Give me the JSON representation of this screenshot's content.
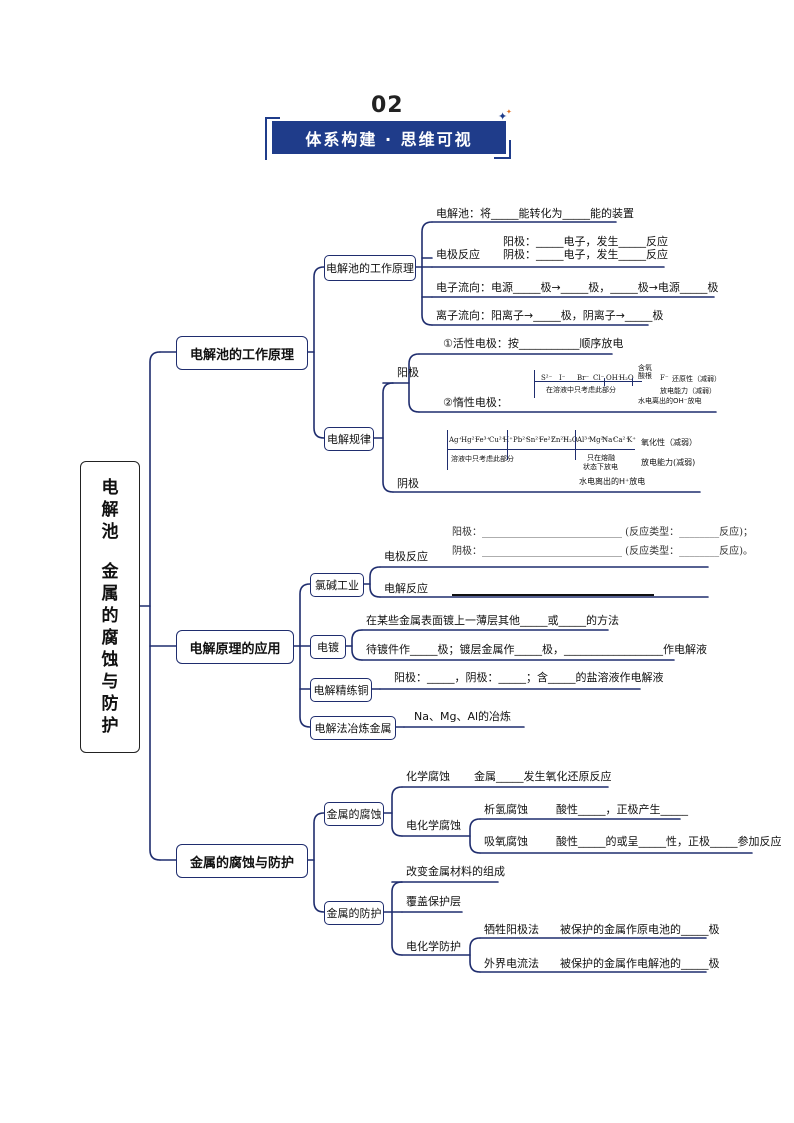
{
  "header": {
    "number": "02",
    "title": "体系构建 · 思维可视"
  },
  "root": {
    "chars": [
      "电",
      "解",
      "池",
      "",
      "金",
      "属",
      "的",
      "腐",
      "蚀",
      "与",
      "防",
      "护"
    ]
  },
  "branch1": {
    "label": "电解池的工作原理",
    "principle": {
      "label": "电解池的工作原理",
      "definition": "电解池：将_____能转化为_____能的装置",
      "electrode_reaction": "电极反应",
      "anode": "阳极：_____电子，发生_____反应",
      "cathode": "阴极：_____电子，发生_____反应",
      "electron_flow": "电子流向：电源_____极→_____极，_____极→电源_____极",
      "ion_flow": "离子流向：阳离子→_____极，阴离子→_____极"
    },
    "rules": {
      "label": "电解规律",
      "anode_label": "阳极",
      "active": "①活性电极：按___________顺序放电",
      "inert": "②惰性电极：",
      "anode_scale": {
        "species": [
          "S²⁻",
          "I⁻",
          "Br⁻",
          "Cl⁻",
          "OH⁻",
          "H₂O",
          "F⁻"
        ],
        "oxy_note": "含氧酸根",
        "solution_note": "在溶液中只考虑此部分",
        "reducing": "还原性（减弱）",
        "discharge": "放电能力（减弱）",
        "water_note": "水电离出的OH⁻放电"
      },
      "cathode_label": "阴极",
      "cathode_scale": {
        "species": [
          "Ag⁺",
          "Hg²⁺",
          "Fe³⁺",
          "Cu²⁺",
          "H⁺",
          "Pb²⁺",
          "Sn²⁺",
          "Fe²⁺",
          "Zn²⁺",
          "H₂O",
          "Al³⁺",
          "Mg²⁺",
          "Na⁺",
          "Ca²⁺",
          "K⁺"
        ],
        "solution_note": "溶液中只考虑此部分",
        "melt_note": "只在熔融",
        "melt_note2": "状态下放电",
        "oxidizing": "氧化性（减弱）",
        "discharge": "放电能力(减弱)",
        "water_note": "水电离出的H⁺放电"
      }
    }
  },
  "branch2": {
    "label": "电解原理的应用",
    "chlor_alkali": {
      "label": "氯碱工业",
      "electrode_reaction": "电极反应",
      "anode": "阳极：____________________________ (反应类型：________反应)；",
      "cathode": "阴极：____________________________ (反应类型：________反应)。",
      "electrolysis": "电解反应"
    },
    "plating": {
      "label": "电镀",
      "line1": "在某些金属表面镀上一薄层其他_____或_____的方法",
      "line2": "待镀件作_____极；镀层金属作_____极，__________________作电解液"
    },
    "refining": {
      "label": "电解精练铜",
      "text": "阳极：_____，阴极：_____；含_____的盐溶液作电解液"
    },
    "smelting": {
      "label": "电解法冶炼金属",
      "text": "Na、Mg、Al的冶炼"
    }
  },
  "branch3": {
    "label": "金属的腐蚀与防护",
    "corrosion": {
      "label": "金属的腐蚀",
      "chemical": "化学腐蚀",
      "chemical_text": "金属_____发生氧化还原反应",
      "electrochemical": "电化学腐蚀",
      "hydrogen": "析氢腐蚀",
      "hydrogen_text": "酸性_____，正极产生_____",
      "oxygen": "吸氧腐蚀",
      "oxygen_text": "酸性_____的或呈_____性，正极_____参加反应"
    },
    "protection": {
      "label": "金属的防护",
      "composition": "改变金属材料的组成",
      "coating": "覆盖保护层",
      "electrochemical": "电化学防护",
      "sacrificial": "牺牲阳极法",
      "sacrificial_text": "被保护的金属作原电池的_____极",
      "impressed": "外界电流法",
      "impressed_text": "被保护的金属作电解池的_____极"
    }
  }
}
